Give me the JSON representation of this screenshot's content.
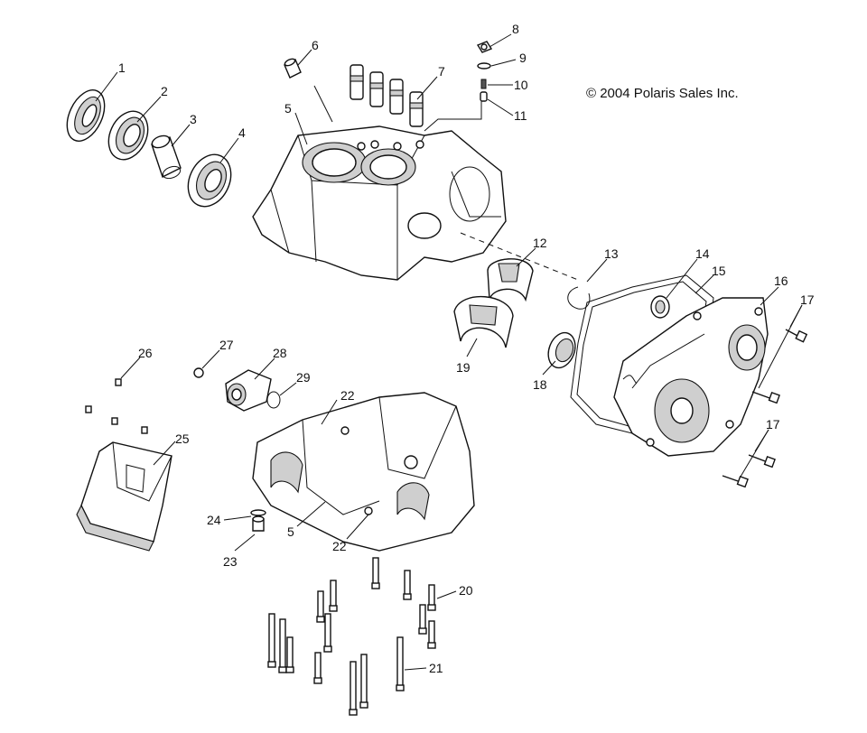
{
  "copyright": "© 2004 Polaris Sales Inc.",
  "callouts": [
    "1",
    "2",
    "3",
    "4",
    "5",
    "6",
    "7",
    "8",
    "9",
    "10",
    "11",
    "12",
    "13",
    "14",
    "15",
    "16",
    "17",
    "17",
    "18",
    "19",
    "20",
    "21",
    "22",
    "22",
    "23",
    "24",
    "25",
    "26",
    "27",
    "28",
    "29",
    "5"
  ]
}
